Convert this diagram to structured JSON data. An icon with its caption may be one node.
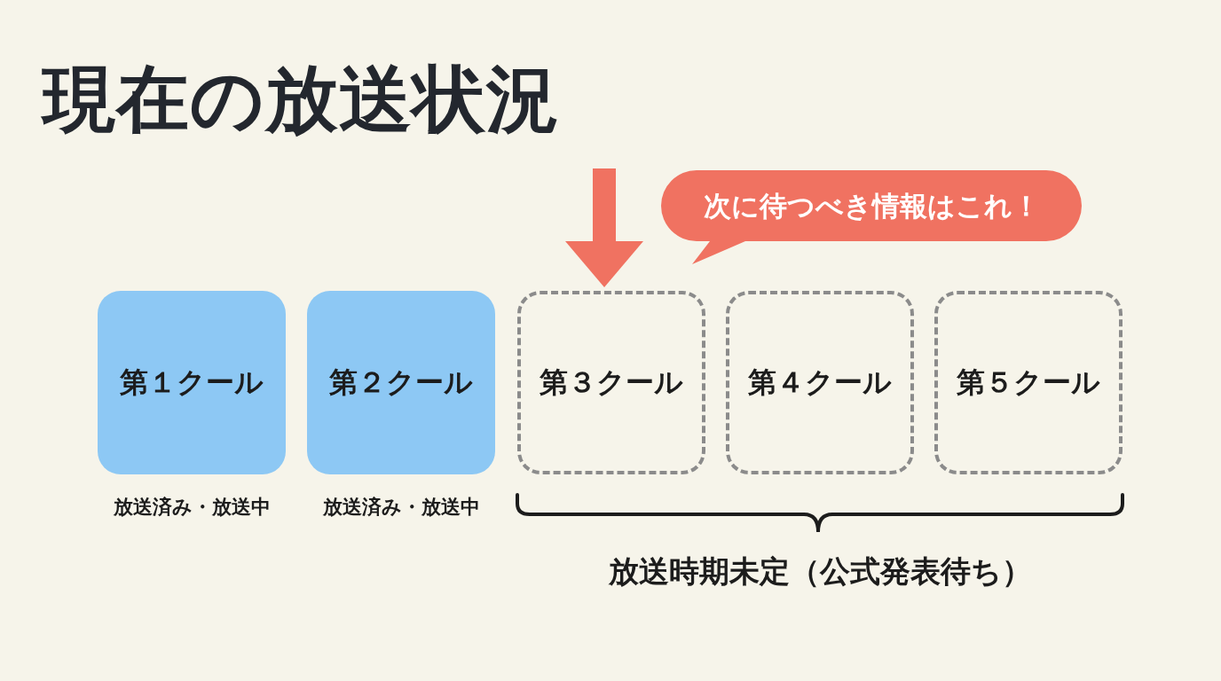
{
  "diagram": {
    "title": "現在の放送状況",
    "nodes": [
      {
        "text": [
          "次に待つべき情報はこれ！"
        ]
      },
      {
        "text": [
          "第１クール"
        ],
        "beside": [
          "放送済み・放送中"
        ]
      },
      {
        "text": [
          "第２クール"
        ],
        "beside": [
          "放送済み・放送中"
        ]
      },
      {
        "text": [
          "第３クール"
        ]
      },
      {
        "text": [
          "第４クール"
        ]
      },
      {
        "text": [
          "第５クール"
        ]
      }
    ],
    "edges": [
      {
        "from": null,
        "to": 3,
        "arrow": "to"
      }
    ],
    "labels": [
      "放送時期未定（公式発表待ち）"
    ]
  }
}
